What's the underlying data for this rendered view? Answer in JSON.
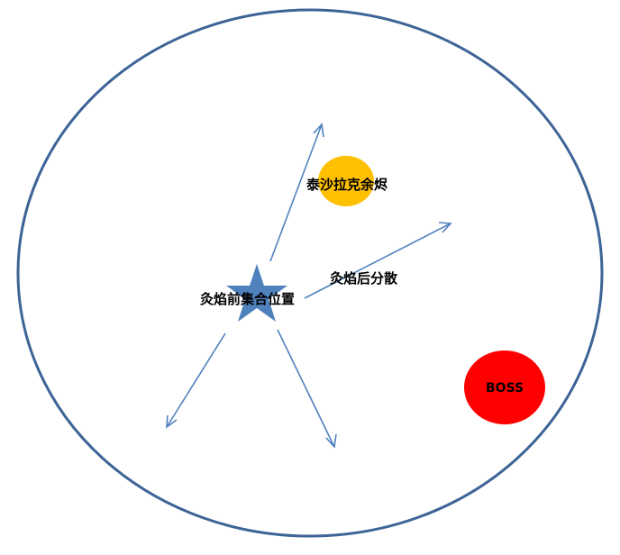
{
  "labels": {
    "gather": "灸焰前集合位置",
    "ember": "泰沙拉克余烬",
    "scatter": "灸焰后分散",
    "boss": "BOSS"
  },
  "colors": {
    "arena_border": "#3d6496",
    "arrow": "#4f81bd",
    "star": "#4f81bd",
    "ember": "#ffc000",
    "boss": "#ff0000"
  },
  "icons": {
    "gather": "star-icon"
  }
}
